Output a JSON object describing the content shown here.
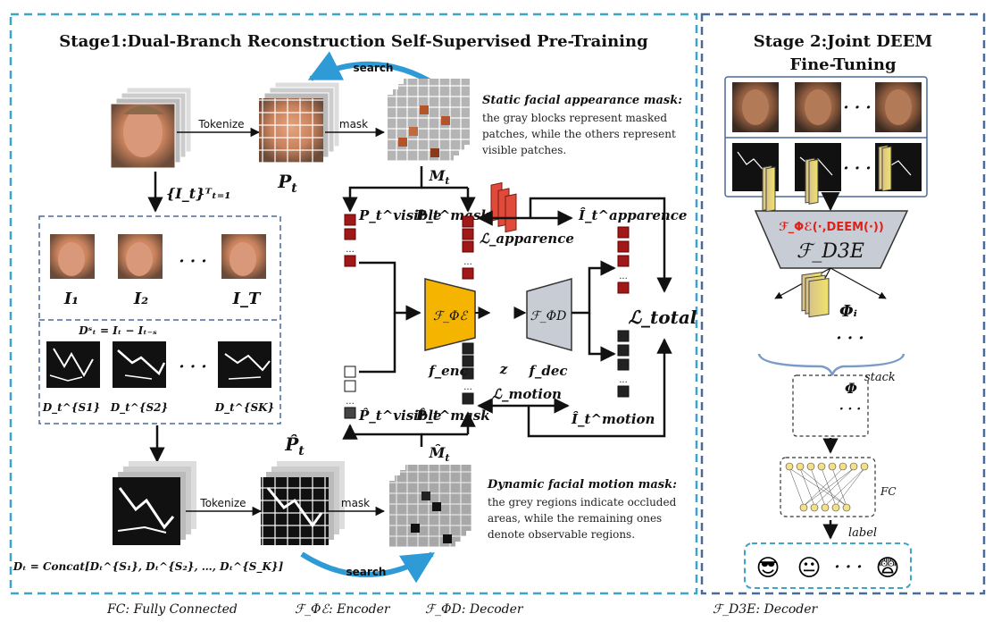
{
  "stage1": {
    "title": "Stage1:Dual-Branch Reconstruction Self-Supervised Pre-Training",
    "search_top": "search",
    "search_bottom": "search",
    "tokenize_top": "Tokenize",
    "tokenize_bottom": "Tokenize",
    "mask_top": "mask",
    "mask_bottom": "mask",
    "P_t": "P",
    "P_hat_t": "P̂",
    "M_t": "M",
    "M_hat_t": "M̂",
    "frames_label": "{I_t}ᵀₜ₌₁",
    "I1": "I₁",
    "I2": "I₂",
    "IT": "I_T",
    "ellipsis": "· · ·",
    "diff_formula": "Dˢₜ = Iₜ − Iₜ₋ₛ",
    "D1": "D_t^{S1}",
    "D2": "D_t^{S2}",
    "DK": "D_t^{SK}",
    "concat_formula": "Dₜ = Concat[Dₜ^{S₁}, Dₜ^{S₂}, …, Dₜ^{S_K}]",
    "p_visible_top": "P_t^visible",
    "p_mask_top": "P_t^mask",
    "p_visible_bot": "P̂_t^visible",
    "p_mask_bot": "P̂_t^mask",
    "recon_app": "Î_t^apparence",
    "recon_mot": "Î_t^motion",
    "loss_app": "ℒ_apparence",
    "loss_mot": "ℒ_motion",
    "loss_total": "ℒ_total",
    "f_enc": "f_enc",
    "f_dec": "f_dec",
    "z": "z",
    "enc_symbol": "ℱ_Φℰ",
    "dec_symbol": "ℱ_ΦD",
    "static_title": "Static facial appearance mask:",
    "static_lines": [
      "the gray blocks represent masked",
      "patches, while the others represent",
      "visible patches."
    ],
    "dynamic_title": "Dynamic facial motion mask:",
    "dynamic_lines": [
      "the grey regions indicate occluded",
      "areas, while the remaining ones",
      "denote observable regions."
    ]
  },
  "stage2": {
    "title_line1": "Stage 2:Joint DEEM",
    "title_line2": "Fine-Tuning",
    "ellipsis": "· · ·",
    "red_formula": "ℱ_Φℰ(·,DEEM(·))",
    "d3e": "ℱ_D3E",
    "phi_i": "Φᵢ",
    "stack": "stack",
    "phi": "Φ",
    "fc": "FC",
    "label": "label",
    "emojis": [
      "😎",
      "😐",
      "· · ·",
      "😨"
    ]
  },
  "footer": {
    "fc": "FC:  Fully Connected",
    "enc": "ℱ_Φℰ: Encoder",
    "dec": "ℱ_ΦD: Decoder",
    "d3e": "ℱ_D3E: Decoder"
  },
  "colors": {
    "dashed_border": "#3fa4c8",
    "stage2_border": "#4a6a9a",
    "encoder": "#f5b400",
    "decoder": "#c8ccd4",
    "d3e": "#c8ccd4",
    "search_arrow": "#2f9bd6",
    "red_formula": "#e0201a",
    "token_red": "#a01818"
  }
}
